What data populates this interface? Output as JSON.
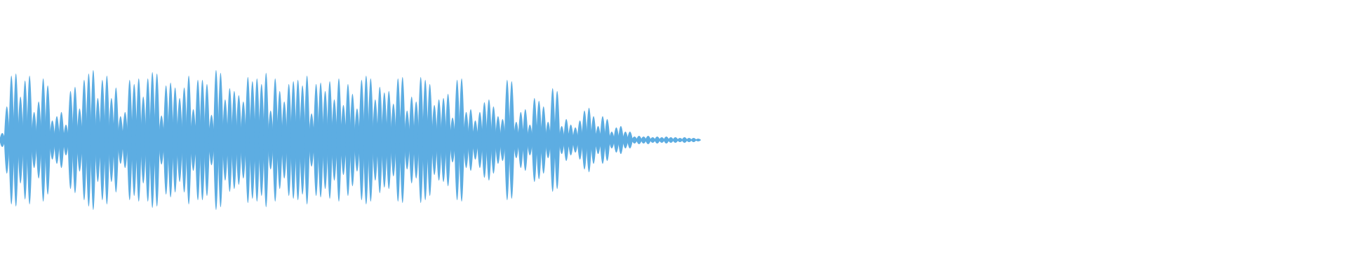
{
  "waveform": {
    "color": "#5DADE2",
    "duration_fraction": 0.52,
    "amplitudes": [
      0.1,
      0.48,
      0.92,
      0.95,
      0.62,
      0.85,
      0.92,
      0.4,
      0.55,
      0.88,
      0.78,
      0.28,
      0.34,
      0.4,
      0.22,
      0.7,
      0.76,
      0.45,
      0.86,
      0.95,
      1.0,
      0.6,
      0.86,
      0.92,
      0.6,
      0.75,
      0.34,
      0.4,
      0.86,
      0.8,
      0.88,
      0.62,
      0.88,
      0.97,
      0.95,
      0.35,
      0.78,
      0.82,
      0.75,
      0.6,
      0.75,
      0.92,
      0.44,
      0.86,
      0.86,
      0.8,
      0.36,
      1.0,
      0.96,
      0.58,
      0.74,
      0.7,
      0.64,
      0.55,
      0.9,
      0.84,
      0.88,
      0.8,
      0.96,
      0.42,
      0.88,
      0.7,
      0.55,
      0.8,
      0.84,
      0.86,
      0.78,
      0.92,
      0.38,
      0.8,
      0.82,
      0.7,
      0.84,
      0.58,
      0.88,
      0.5,
      0.8,
      0.66,
      0.45,
      0.86,
      0.92,
      0.88,
      0.58,
      0.76,
      0.68,
      0.7,
      0.52,
      0.88,
      0.9,
      0.42,
      0.62,
      0.55,
      0.9,
      0.86,
      0.8,
      0.5,
      0.58,
      0.6,
      0.66,
      0.32,
      0.86,
      0.88,
      0.4,
      0.44,
      0.28,
      0.4,
      0.54,
      0.58,
      0.48,
      0.34,
      0.3,
      0.86,
      0.84,
      0.26,
      0.4,
      0.44,
      0.22,
      0.6,
      0.56,
      0.48,
      0.26,
      0.74,
      0.7,
      0.2,
      0.3,
      0.22,
      0.18,
      0.28,
      0.42,
      0.46,
      0.34,
      0.2,
      0.34,
      0.3,
      0.12,
      0.18,
      0.2,
      0.12,
      0.12,
      0.05,
      0.06,
      0.05,
      0.06,
      0.04,
      0.05,
      0.04,
      0.05,
      0.04,
      0.04,
      0.03,
      0.04,
      0.03,
      0.03,
      0.02
    ]
  }
}
